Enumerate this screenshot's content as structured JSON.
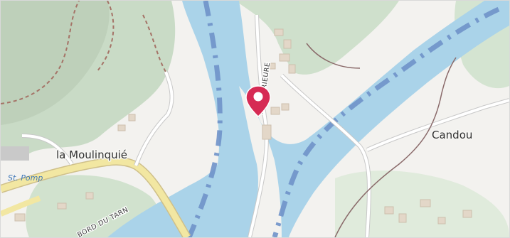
{
  "map": {
    "labels": {
      "la_moulinquie": "la Moulinquié",
      "candou": "Candou",
      "road_prieure": "R DU PRIEURE",
      "road_bord_du_tarn": "BORD DU TARN",
      "st_pomp": "St. Pomp"
    },
    "marker": {
      "icon": "map-pin-icon",
      "color": "#d62b54"
    },
    "colors": {
      "land": "#f3f2ef",
      "forest": "#cfe0cc",
      "forest_dark": "#b6c9b3",
      "water": "#aad3e9",
      "water_channel_dash": "#6f92c9",
      "road_major": "#f2e7a2",
      "road_minor": "#ffffff",
      "building": "#e3d7c8",
      "path": "#a57367",
      "rail": "#8a6a6a"
    }
  }
}
